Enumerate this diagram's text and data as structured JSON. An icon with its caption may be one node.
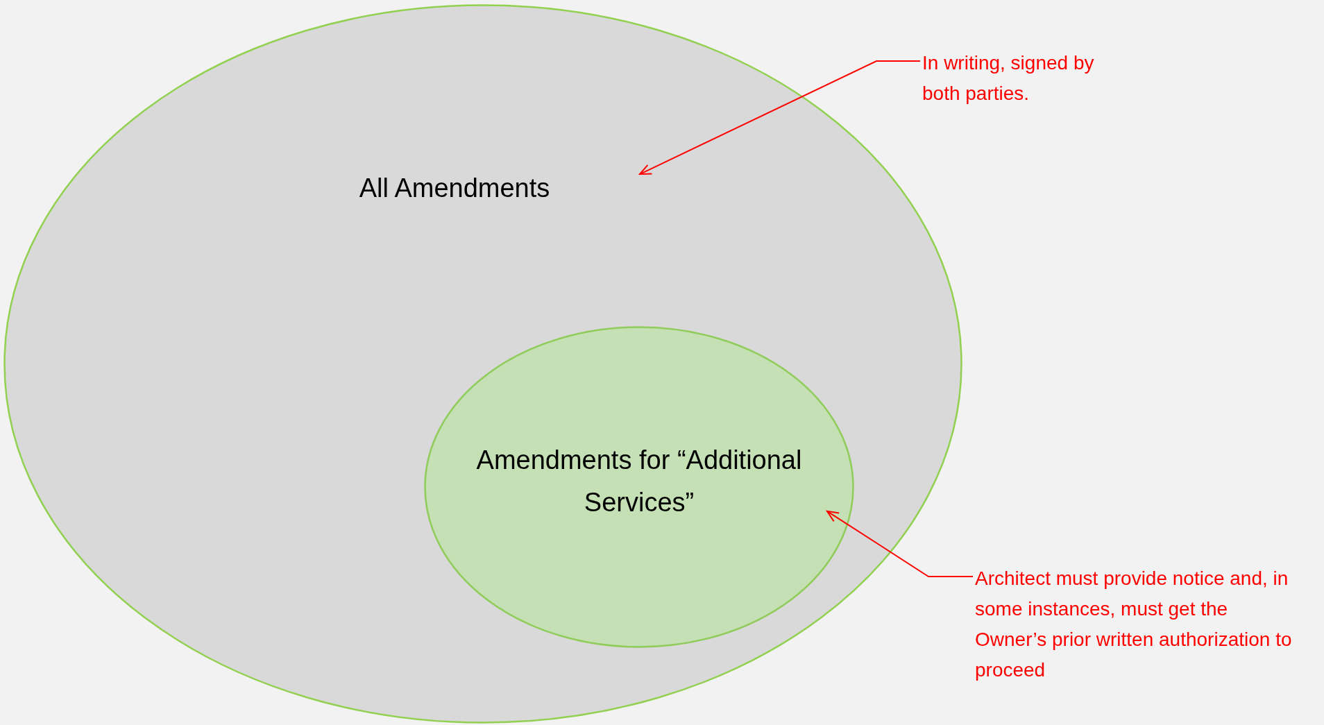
{
  "diagram": {
    "nodes": [
      {
        "text": [
          "All Amendments"
        ]
      },
      {
        "text": [
          "Amendments for “Additional Services”"
        ],
        "in": 0
      },
      {
        "text": [
          "In writing, signed by both parties."
        ]
      },
      {
        "text": [
          "Architect must provide notice and, in some instances, must get the Owner’s prior written authorization to proceed"
        ]
      }
    ],
    "edges": [
      {
        "from": 2,
        "to": 0,
        "arrow": "to",
        "color": "#ff0000"
      },
      {
        "from": 3,
        "to": 1,
        "arrow": "to",
        "color": "#ff0000"
      }
    ]
  }
}
